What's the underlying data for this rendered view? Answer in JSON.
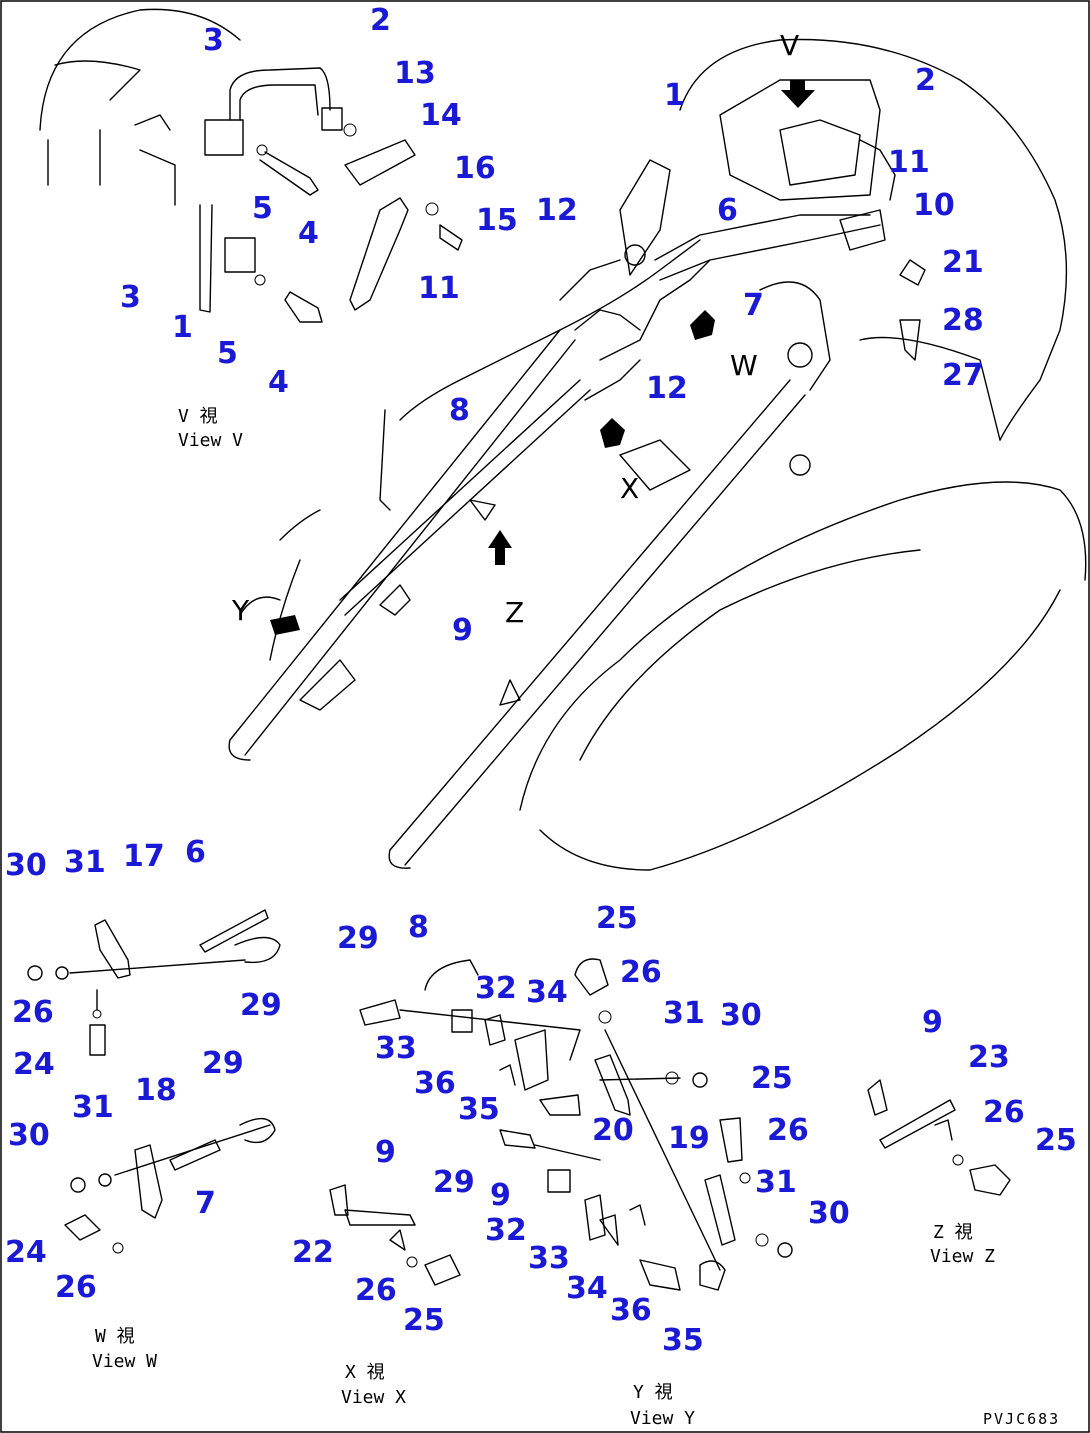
{
  "document_id": "PVJC683",
  "views": {
    "v": {
      "jp": "V 視",
      "en": "View V"
    },
    "w": {
      "jp": "W 視",
      "en": "View W"
    },
    "x": {
      "jp": "X 視",
      "en": "View X"
    },
    "y": {
      "jp": "Y 視",
      "en": "View Y"
    },
    "z": {
      "jp": "Z 視",
      "en": "View Z"
    }
  },
  "view_letters": [
    "V",
    "W",
    "X",
    "Y",
    "Z"
  ],
  "callouts": {
    "v_view": [
      "2",
      "3",
      "13",
      "14",
      "16",
      "15",
      "5",
      "4",
      "3",
      "1",
      "11",
      "5",
      "4"
    ],
    "main": [
      "1",
      "2",
      "11",
      "10",
      "12",
      "6",
      "21",
      "7",
      "28",
      "27",
      "12",
      "8",
      "9"
    ],
    "w_view": [
      "30",
      "31",
      "17",
      "6",
      "26",
      "29",
      "24",
      "29",
      "31",
      "18",
      "30",
      "7",
      "24",
      "26"
    ],
    "x_view": [
      "29",
      "8",
      "32",
      "34",
      "33",
      "36",
      "35",
      "9",
      "22",
      "26",
      "25"
    ],
    "y_view": [
      "25",
      "26",
      "31",
      "30",
      "25",
      "20",
      "26",
      "19",
      "31",
      "29",
      "9",
      "30",
      "32",
      "33",
      "34",
      "36",
      "35"
    ],
    "z_view": [
      "9",
      "23",
      "26",
      "25"
    ]
  }
}
